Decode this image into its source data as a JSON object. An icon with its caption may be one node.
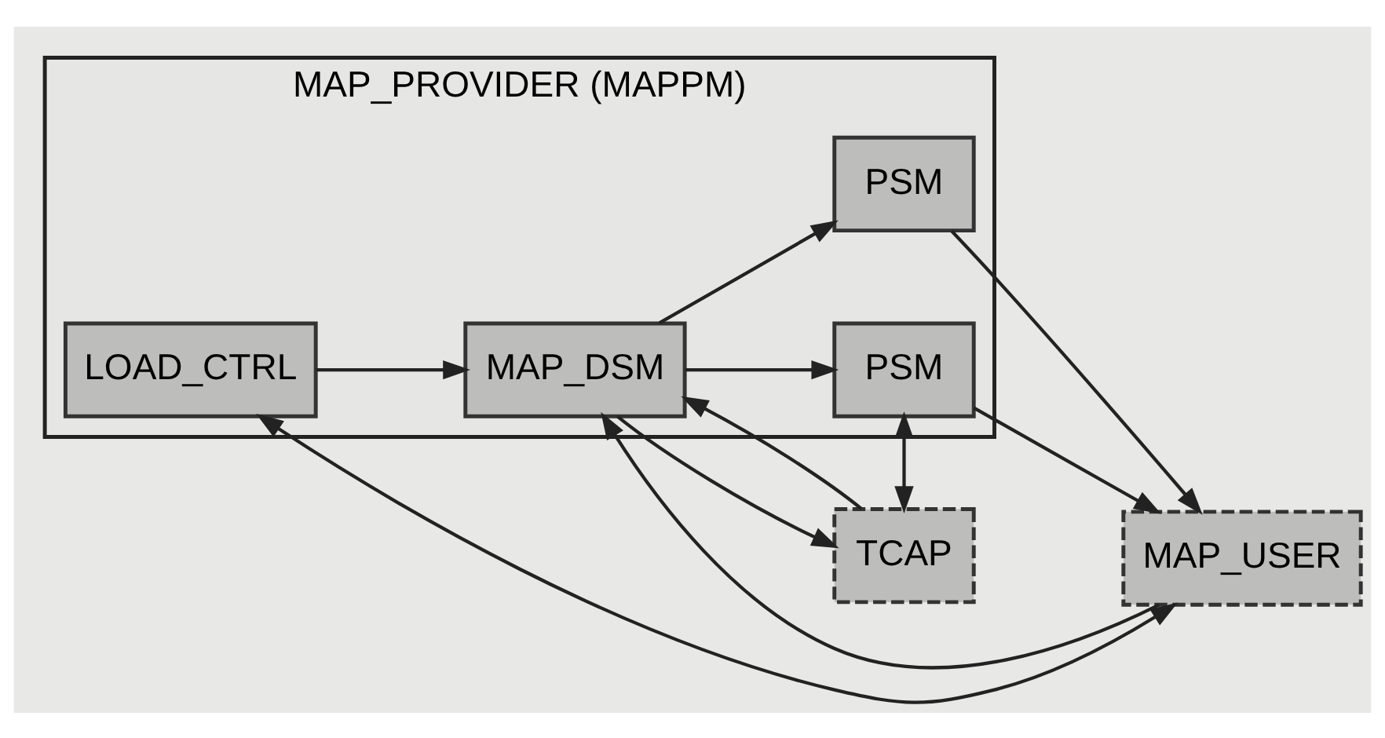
{
  "diagram": {
    "nodes": [
      {
        "text": [
          "MAP_PROVIDER (MAPPM)"
        ]
      },
      {
        "text": [
          "MAP_USER"
        ]
      },
      {
        "text": [
          "MAP_DSM"
        ],
        "in": 0
      },
      {
        "text": [
          "PSM"
        ],
        "in": 0
      },
      {
        "text": [
          "PSM"
        ],
        "in": 0
      },
      {
        "text": [
          "LOAD_CTRL"
        ],
        "in": 0
      },
      {
        "text": [
          "TCAP"
        ]
      }
    ],
    "edges": [
      {
        "from": 1,
        "to": 2,
        "arrow": "to"
      },
      {
        "from": 2,
        "to": 3,
        "arrow": "to"
      },
      {
        "from": 2,
        "to": 4,
        "arrow": "to"
      },
      {
        "from": 3,
        "to": 1,
        "arrow": "to"
      },
      {
        "from": 4,
        "to": 1,
        "arrow": "to"
      },
      {
        "from": 5,
        "to": 1,
        "arrow": "both"
      },
      {
        "from": 5,
        "to": 2,
        "arrow": "to"
      },
      {
        "from": 3,
        "to": 6,
        "arrow": "both"
      },
      {
        "from": 2,
        "to": 6,
        "arrow": "to"
      },
      {
        "from": 6,
        "to": 2,
        "arrow": "to"
      }
    ]
  }
}
